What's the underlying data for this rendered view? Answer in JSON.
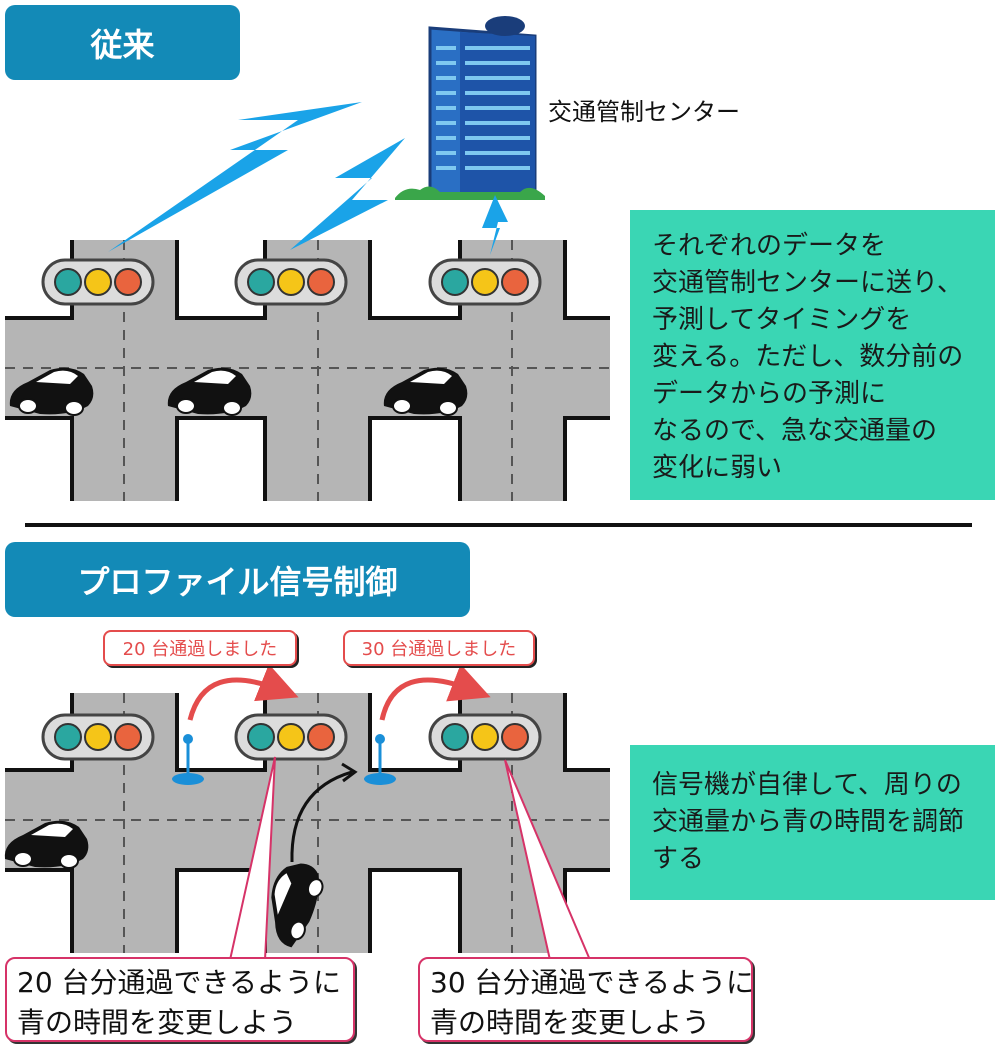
{
  "top_section": {
    "title": "従来",
    "center_label": "交通管制センター",
    "note_lines": [
      "それぞれのデータを",
      "交通管制センターに送り、",
      "予測してタイミングを",
      "変える。ただし、数分前の",
      "データからの予測に",
      "なるので、急な交通量の",
      "変化に弱い"
    ]
  },
  "bottom_section": {
    "title": "プロファイル信号制御",
    "tags": [
      "20 台通過しました",
      "30 台通過しました"
    ],
    "note_lines": [
      "信号機が自律して、周りの",
      "交通量から青の時間を調節",
      "する"
    ],
    "bubble_left_lines": [
      "20 台分通過できるように",
      "青の時間を変更しよう"
    ],
    "bubble_right_lines": [
      "30 台分通過できるように",
      "青の時間を変更しよう"
    ]
  },
  "colors": {
    "pill": "#138ab7",
    "note": "#3ad6b4",
    "road": "#b5b5b5",
    "signal_green": "#2aa7a0",
    "signal_yellow": "#f5c518",
    "signal_red": "#e9643e",
    "lightning": "#1aa3e8",
    "arrow_red": "#e44c4c",
    "bubble_border": "#d63368"
  },
  "icons": [
    "traffic-signal-icon",
    "car-icon",
    "building-icon",
    "lightning-icon",
    "sensor-icon",
    "curved-arrow-icon"
  ]
}
